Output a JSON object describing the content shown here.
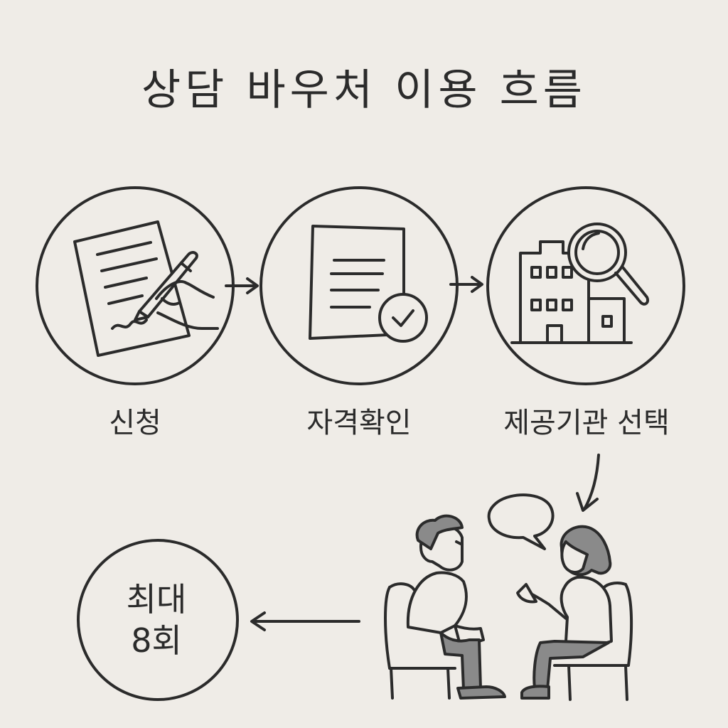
{
  "title": "상담 바우처 이용 흐름",
  "steps": [
    {
      "label": "신청",
      "icon": "signing-document-icon"
    },
    {
      "label": "자격확인",
      "icon": "approved-document-icon"
    },
    {
      "label": "제공기관 선택",
      "icon": "building-search-icon"
    }
  ],
  "counseling": {
    "icon": "counseling-session-icon"
  },
  "limit": {
    "line1": "최대",
    "line2": "8회"
  },
  "colors": {
    "background": "#efece7",
    "ink": "#2b2b2b",
    "fill_gray": "#8a8a8a"
  }
}
